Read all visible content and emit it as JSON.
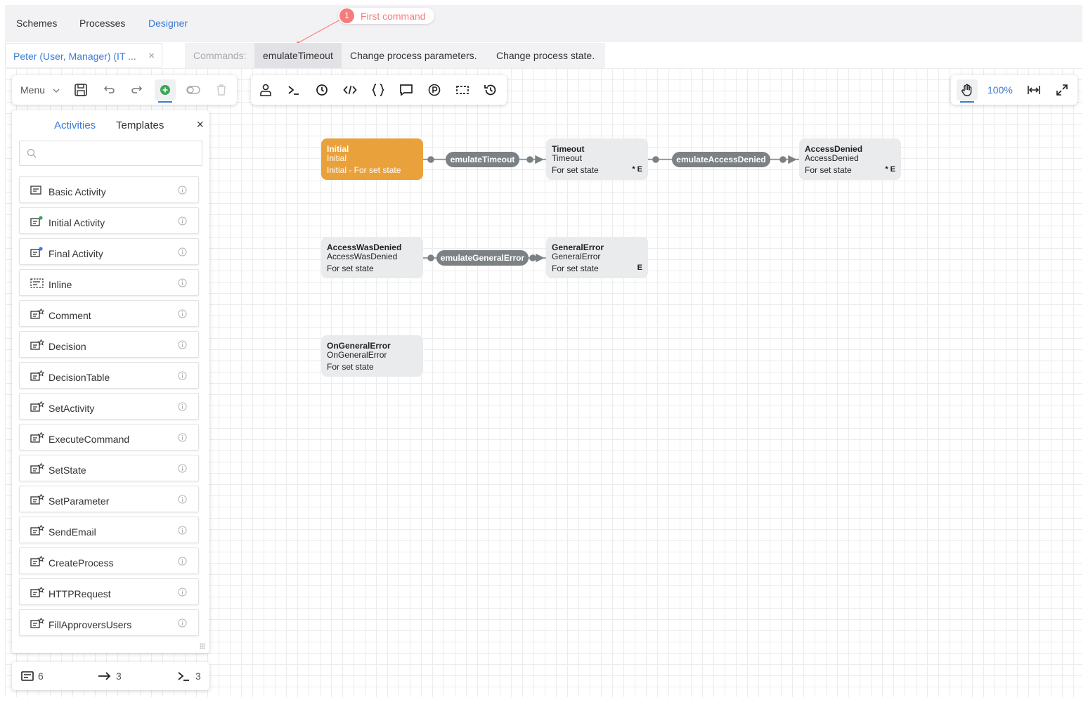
{
  "topnav": {
    "items": [
      {
        "label": "Schemes",
        "active": false
      },
      {
        "label": "Processes",
        "active": false
      },
      {
        "label": "Designer",
        "active": true
      }
    ]
  },
  "annotation": {
    "number": "1",
    "text": "First command"
  },
  "user_tab": {
    "label": "Peter (User, Manager) (IT ...",
    "close": "×"
  },
  "commands": {
    "label": "Commands:",
    "items": [
      "emulateTimeout",
      "Change process parameters.",
      "Change process state."
    ],
    "active": "emulateTimeout"
  },
  "toolbar_left": {
    "menu_label": "Menu",
    "icons": [
      "save-icon",
      "undo-icon",
      "redo-icon",
      "add-icon",
      "toggle-icon",
      "trash-icon"
    ]
  },
  "toolbar_mid": {
    "icons": [
      "actor-icon",
      "command-icon",
      "timer-icon",
      "code-icon",
      "braces-icon",
      "comment-icon",
      "parameter-icon",
      "selection-icon",
      "history-icon"
    ]
  },
  "toolbar_right": {
    "zoom": "100%",
    "icons": [
      "hand-icon",
      "fit-width-icon",
      "expand-icon"
    ]
  },
  "sidebar": {
    "tabs": [
      "Activities",
      "Templates"
    ],
    "active_tab": "Activities",
    "close": "×",
    "search_placeholder": "",
    "items": [
      {
        "label": "Basic Activity",
        "icon": "basic-activity-icon"
      },
      {
        "label": "Initial Activity",
        "icon": "initial-activity-icon"
      },
      {
        "label": "Final Activity",
        "icon": "final-activity-icon"
      },
      {
        "label": "Inline",
        "icon": "inline-icon"
      },
      {
        "label": "Comment",
        "icon": "template-activity-icon"
      },
      {
        "label": "Decision",
        "icon": "template-activity-icon"
      },
      {
        "label": "DecisionTable",
        "icon": "template-activity-icon"
      },
      {
        "label": "SetActivity",
        "icon": "template-activity-icon"
      },
      {
        "label": "ExecuteCommand",
        "icon": "template-activity-icon"
      },
      {
        "label": "SetState",
        "icon": "template-activity-icon"
      },
      {
        "label": "SetParameter",
        "icon": "template-activity-icon"
      },
      {
        "label": "SendEmail",
        "icon": "template-activity-icon"
      },
      {
        "label": "CreateProcess",
        "icon": "template-activity-icon"
      },
      {
        "label": "HTTPRequest",
        "icon": "template-activity-icon"
      },
      {
        "label": "FillApproversUsers",
        "icon": "template-activity-icon"
      }
    ]
  },
  "stats": {
    "activities": "6",
    "transitions": "3",
    "commands": "3"
  },
  "diagram": {
    "nodes": [
      {
        "title": "Initial",
        "state": "Initial",
        "sub": "Initial - For set state",
        "flags": "",
        "initial": true
      },
      {
        "title": "Timeout",
        "state": "Timeout",
        "sub": "For set state",
        "flags": "*  E",
        "initial": false
      },
      {
        "title": "AccessDenied",
        "state": "AccessDenied",
        "sub": "For set state",
        "flags": "*  E",
        "initial": false
      },
      {
        "title": "AccessWasDenied",
        "state": "AccessWasDenied",
        "sub": "For set state",
        "flags": "",
        "initial": false
      },
      {
        "title": "GeneralError",
        "state": "GeneralError",
        "sub": "For set state",
        "flags": "E",
        "initial": false
      },
      {
        "title": "OnGeneralError",
        "state": "OnGeneralError",
        "sub": "For set state",
        "flags": "",
        "initial": false
      }
    ],
    "transitions": [
      "emulateTimeout",
      "emulateAccessDenied",
      "emulateGeneralError"
    ]
  },
  "colors": {
    "accent": "#3a7bd5",
    "initial_node": "#e9a13b",
    "annotation": "#f47c7c",
    "transition": "#7b8185"
  }
}
